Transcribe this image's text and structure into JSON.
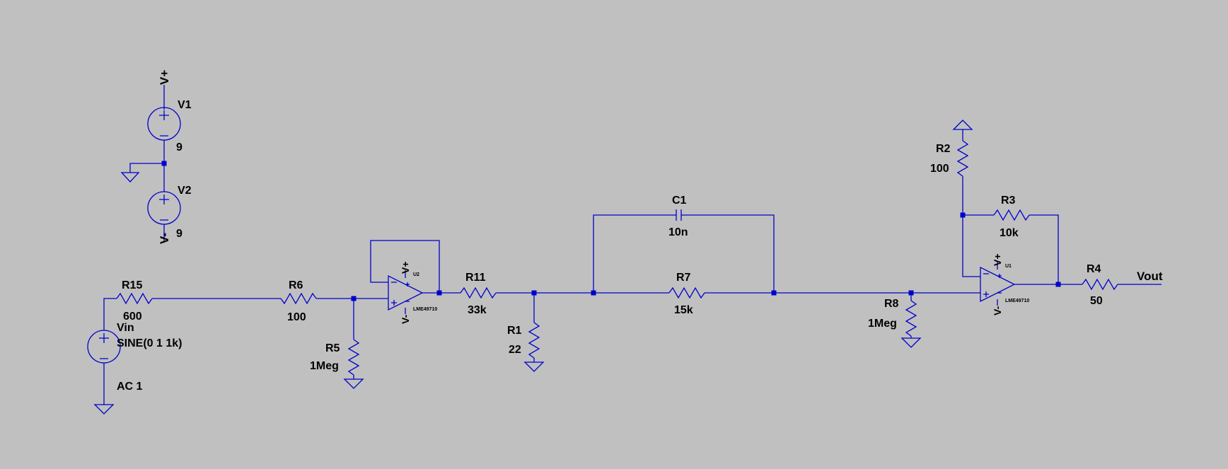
{
  "components": {
    "v1": {
      "name": "V1",
      "value": "9"
    },
    "v2": {
      "name": "V2",
      "value": "9"
    },
    "vin": {
      "name": "Vin",
      "value": "SINE(0 1 1k)",
      "ac": "AC 1"
    },
    "r15": {
      "name": "R15",
      "value": "600"
    },
    "r6": {
      "name": "R6",
      "value": "100"
    },
    "r5": {
      "name": "R5",
      "value": "1Meg"
    },
    "u2": {
      "name": "U2",
      "model": "LME49710"
    },
    "r11": {
      "name": "R11",
      "value": "33k"
    },
    "r1": {
      "name": "R1",
      "value": "22"
    },
    "c1": {
      "name": "C1",
      "value": "10n"
    },
    "r7": {
      "name": "R7",
      "value": "15k"
    },
    "r8": {
      "name": "R8",
      "value": "1Meg"
    },
    "r2": {
      "name": "R2",
      "value": "100"
    },
    "r3": {
      "name": "R3",
      "value": "10k"
    },
    "u1": {
      "name": "U1",
      "model": "LME49710"
    },
    "r4": {
      "name": "R4",
      "value": "50"
    }
  },
  "net_labels": {
    "vplus": "V+",
    "vminus": "V-",
    "vout": "Vout"
  },
  "pins": {
    "plus": "+",
    "minus": "−"
  },
  "colors": {
    "background": "#c0c0c0",
    "wire": "#0000cc",
    "text": "#000000"
  }
}
